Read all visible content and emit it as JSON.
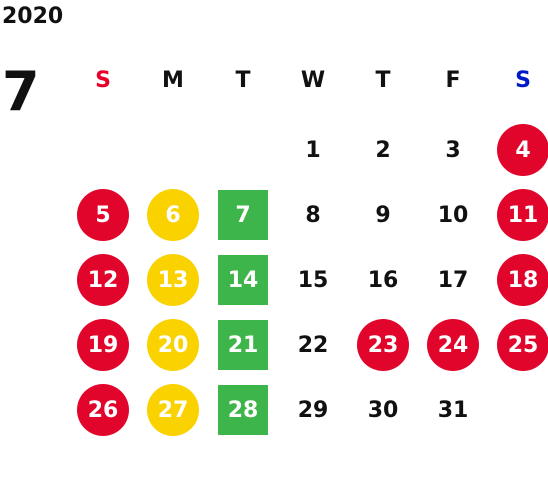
{
  "calendar": {
    "year": "2020",
    "month": "7",
    "weekdays": [
      {
        "label": "S",
        "color": "#e8002a"
      },
      {
        "label": "M",
        "color": "#111111"
      },
      {
        "label": "T",
        "color": "#111111"
      },
      {
        "label": "W",
        "color": "#111111"
      },
      {
        "label": "T",
        "color": "#111111"
      },
      {
        "label": "F",
        "color": "#111111"
      },
      {
        "label": "S",
        "color": "#0019c8"
      }
    ],
    "colors": {
      "red": "#e1052c",
      "yellow": "#fad200",
      "green": "#3db54a"
    },
    "weeks": [
      [
        null,
        null,
        null,
        {
          "day": "1"
        },
        {
          "day": "2"
        },
        {
          "day": "3"
        },
        {
          "day": "4",
          "mark": "red"
        }
      ],
      [
        {
          "day": "5",
          "mark": "red"
        },
        {
          "day": "6",
          "mark": "yellow"
        },
        {
          "day": "7",
          "mark": "green"
        },
        {
          "day": "8"
        },
        {
          "day": "9"
        },
        {
          "day": "10"
        },
        {
          "day": "11",
          "mark": "red"
        }
      ],
      [
        {
          "day": "12",
          "mark": "red"
        },
        {
          "day": "13",
          "mark": "yellow"
        },
        {
          "day": "14",
          "mark": "green"
        },
        {
          "day": "15"
        },
        {
          "day": "16"
        },
        {
          "day": "17"
        },
        {
          "day": "18",
          "mark": "red"
        }
      ],
      [
        {
          "day": "19",
          "mark": "red"
        },
        {
          "day": "20",
          "mark": "yellow"
        },
        {
          "day": "21",
          "mark": "green"
        },
        {
          "day": "22"
        },
        {
          "day": "23",
          "mark": "red"
        },
        {
          "day": "24",
          "mark": "red"
        },
        {
          "day": "25",
          "mark": "red"
        }
      ],
      [
        {
          "day": "26",
          "mark": "red"
        },
        {
          "day": "27",
          "mark": "yellow"
        },
        {
          "day": "28",
          "mark": "green"
        },
        {
          "day": "29"
        },
        {
          "day": "30"
        },
        {
          "day": "31"
        },
        null
      ]
    ]
  }
}
